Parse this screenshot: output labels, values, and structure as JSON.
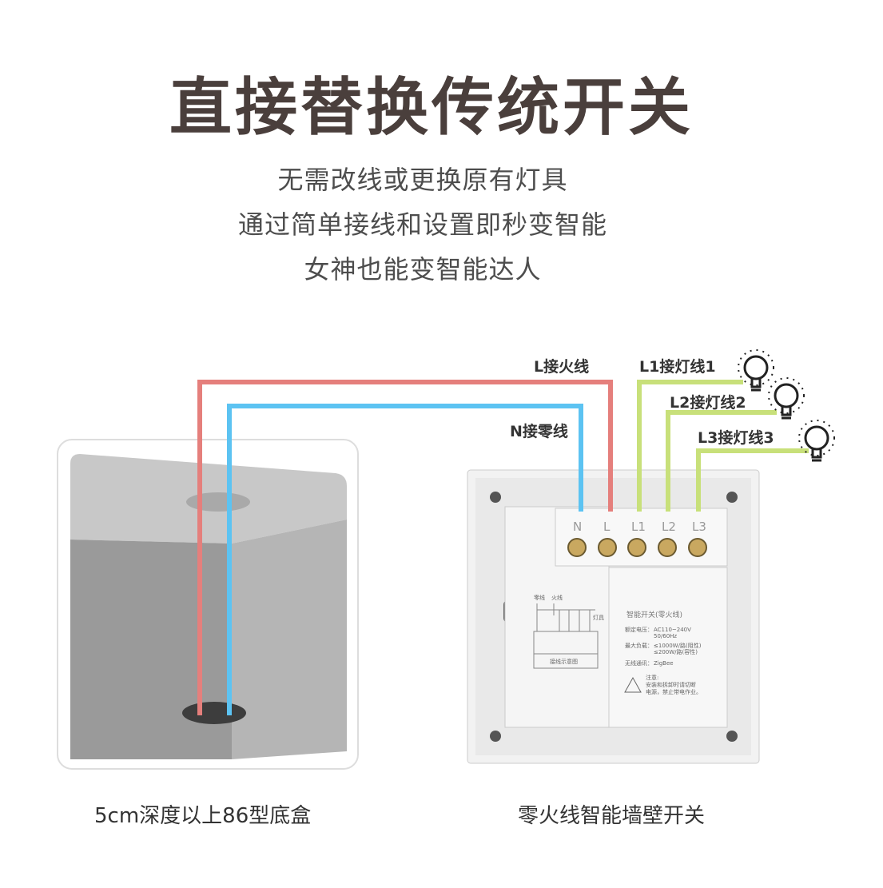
{
  "header": {
    "title": "直接替换传统开关",
    "lines": [
      "无需改线或更换原有灯具",
      "通过简单接线和设置即秒变智能",
      "女神也能变智能达人"
    ]
  },
  "wires": {
    "live": "L接火线",
    "neutral": "N接零线",
    "l1": "L1接灯线1",
    "l2": "L2接灯线2",
    "l3": "L3接灯线3"
  },
  "terminals": [
    "N",
    "L",
    "L1",
    "L2",
    "L3"
  ],
  "switch_label": {
    "name": "智能开关(零火线)",
    "voltage_label": "额定电压：",
    "voltage": "AC110~240V",
    "freq": "50/60Hz",
    "load_label": "最大负载：",
    "load1": "≤1000W/路(阻性)",
    "load2": "≤200W/路(容性)",
    "wireless_label": "无线通讯：",
    "wireless": "ZigBee",
    "note_title": "注意:",
    "note1": "安装和拆卸时请切断",
    "note2": "电源，禁止带电作业。",
    "diagram_title": "接线示意图",
    "diagram_neutral": "零线",
    "diagram_live": "火线",
    "diagram_lamp": "灯具"
  },
  "captions": {
    "box": "5cm深度以上86型底盒",
    "switch": "零火线智能墙壁开关"
  },
  "colors": {
    "live": "#e57f7c",
    "neutral": "#5cc3f2",
    "lamp": "#c8e07a",
    "title": "#4a3f3c"
  }
}
